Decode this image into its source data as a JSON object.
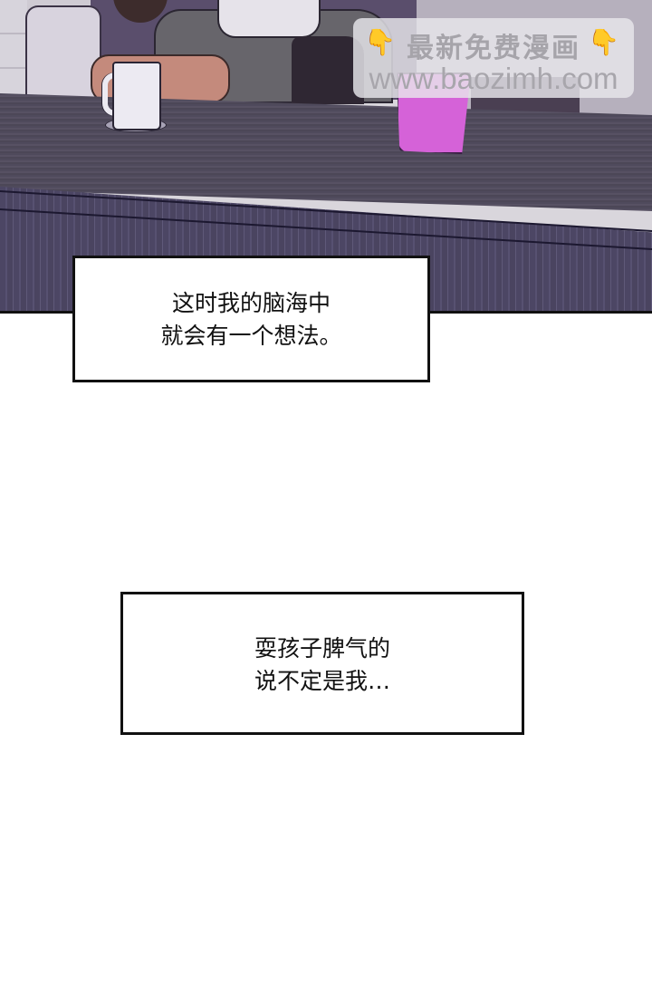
{
  "watermark": {
    "line1": "最新免费漫画",
    "line2": "www.baozimh.com",
    "left_icon": "pointing-down-hand-icon",
    "right_icon": "pointing-down-hand-icon",
    "icon_glyph": "👇"
  },
  "panel": {
    "description": "Comic panel: two people resting on a dark purple table with a white mug and a magenta cup",
    "colors": {
      "table": "#514b60",
      "table_edge": "#4c4664",
      "cup": "#d562d8",
      "mug": "#eceaf2",
      "wall": "#cfcbd3"
    }
  },
  "captions": [
    {
      "lines": [
        "这时我的脑海中",
        "就会有一个想法。"
      ]
    },
    {
      "lines": [
        "耍孩子脾气的",
        "说不定是我…"
      ]
    }
  ]
}
